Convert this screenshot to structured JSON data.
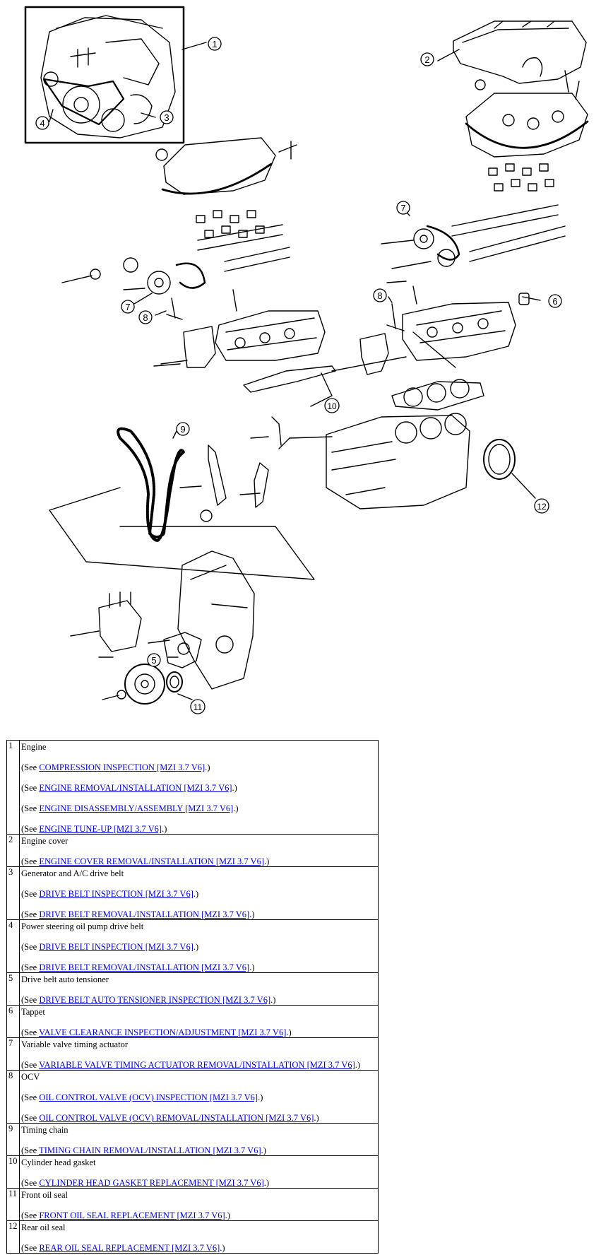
{
  "diagram": {
    "callouts": [
      {
        "label": "1"
      },
      {
        "label": "2"
      },
      {
        "label": "3"
      },
      {
        "label": "4"
      },
      {
        "label": "5"
      },
      {
        "label": "6"
      },
      {
        "label": "7"
      },
      {
        "label": "7"
      },
      {
        "label": "8"
      },
      {
        "label": "8"
      },
      {
        "label": "9"
      },
      {
        "label": "10"
      },
      {
        "label": "11"
      },
      {
        "label": "12"
      }
    ]
  },
  "parts": [
    {
      "num": "1",
      "name": "Engine",
      "links": [
        {
          "pre": "(See ",
          "link": "COMPRESSION INSPECTION [MZI 3.7 V6]",
          "post": ".)"
        },
        {
          "pre": "(See ",
          "link": "ENGINE REMOVAL/INSTALLATION [MZI 3.7 V6]",
          "post": ".)"
        },
        {
          "pre": "(See ",
          "link": "ENGINE DISASSEMBLY/ASSEMBLY [MZI 3.7 V6]",
          "post": ".)"
        },
        {
          "pre": "(See ",
          "link": "ENGINE TUNE-UP [MZI 3.7 V6]",
          "post": ".)"
        }
      ]
    },
    {
      "num": "2",
      "name": "Engine cover",
      "links": [
        {
          "pre": "(See ",
          "link": "ENGINE COVER REMOVAL/INSTALLATION [MZI 3.7 V6]",
          "post": ".)"
        }
      ]
    },
    {
      "num": "3",
      "name": "Generator and A/C drive belt",
      "links": [
        {
          "pre": "(See ",
          "link": "DRIVE BELT INSPECTION [MZI 3.7 V6]",
          "post": ".)"
        },
        {
          "pre": "(See ",
          "link": "DRIVE BELT REMOVAL/INSTALLATION [MZI 3.7 V6]",
          "post": ".)"
        }
      ]
    },
    {
      "num": "4",
      "name": "Power steering oil pump drive belt",
      "links": [
        {
          "pre": "(See ",
          "link": "DRIVE BELT INSPECTION [MZI 3.7 V6]",
          "post": ".)"
        },
        {
          "pre": "(See ",
          "link": "DRIVE BELT REMOVAL/INSTALLATION [MZI 3.7 V6]",
          "post": ".)"
        }
      ]
    },
    {
      "num": "5",
      "name": "Drive belt auto tensioner",
      "links": [
        {
          "pre": "(See ",
          "link": "DRIVE BELT AUTO TENSIONER INSPECTION [MZI 3.7 V6]",
          "post": ".)"
        }
      ]
    },
    {
      "num": "6",
      "name": "Tappet",
      "links": [
        {
          "pre": "(See ",
          "link": "VALVE CLEARANCE INSPECTION/ADJUSTMENT [MZI 3.7 V6]",
          "post": ".)"
        }
      ]
    },
    {
      "num": "7",
      "name": "Variable valve timing actuator",
      "links": [
        {
          "pre": "(See ",
          "link": "VARIABLE VALVE TIMING ACTUATOR REMOVAL/INSTALLATION [MZI 3.7 V6]",
          "post": ".)"
        }
      ]
    },
    {
      "num": "8",
      "name": "OCV",
      "links": [
        {
          "pre": "(See ",
          "link": "OIL CONTROL VALVE (OCV) INSPECTION [MZI 3.7 V6]",
          "post": ".)"
        },
        {
          "pre": "(See ",
          "link": "OIL CONTROL VALVE (OCV) REMOVAL/INSTALLATION [MZI 3.7 V6]",
          "post": ".)"
        }
      ]
    },
    {
      "num": "9",
      "name": "Timing chain",
      "links": [
        {
          "pre": "(See ",
          "link": "TIMING CHAIN REMOVAL/INSTALLATION [MZI 3.7 V6]",
          "post": ".)"
        }
      ]
    },
    {
      "num": "10",
      "name": "Cylinder head gasket",
      "links": [
        {
          "pre": "(See ",
          "link": "CYLINDER HEAD GASKET REPLACEMENT [MZI 3.7 V6]",
          "post": ".)"
        }
      ]
    },
    {
      "num": "11",
      "name": "Front oil seal",
      "links": [
        {
          "pre": "(See ",
          "link": "FRONT OIL SEAL REPLACEMENT [MZI 3.7 V6]",
          "post": ".)"
        }
      ]
    },
    {
      "num": "12",
      "name": "Rear oil seal",
      "links": [
        {
          "pre": "(See ",
          "link": "REAR OIL SEAL REPLACEMENT [MZI 3.7 V6]",
          "post": ".)"
        }
      ]
    }
  ],
  "colors": {
    "link": "#0000ee",
    "line": "#000000",
    "background": "#ffffff"
  }
}
